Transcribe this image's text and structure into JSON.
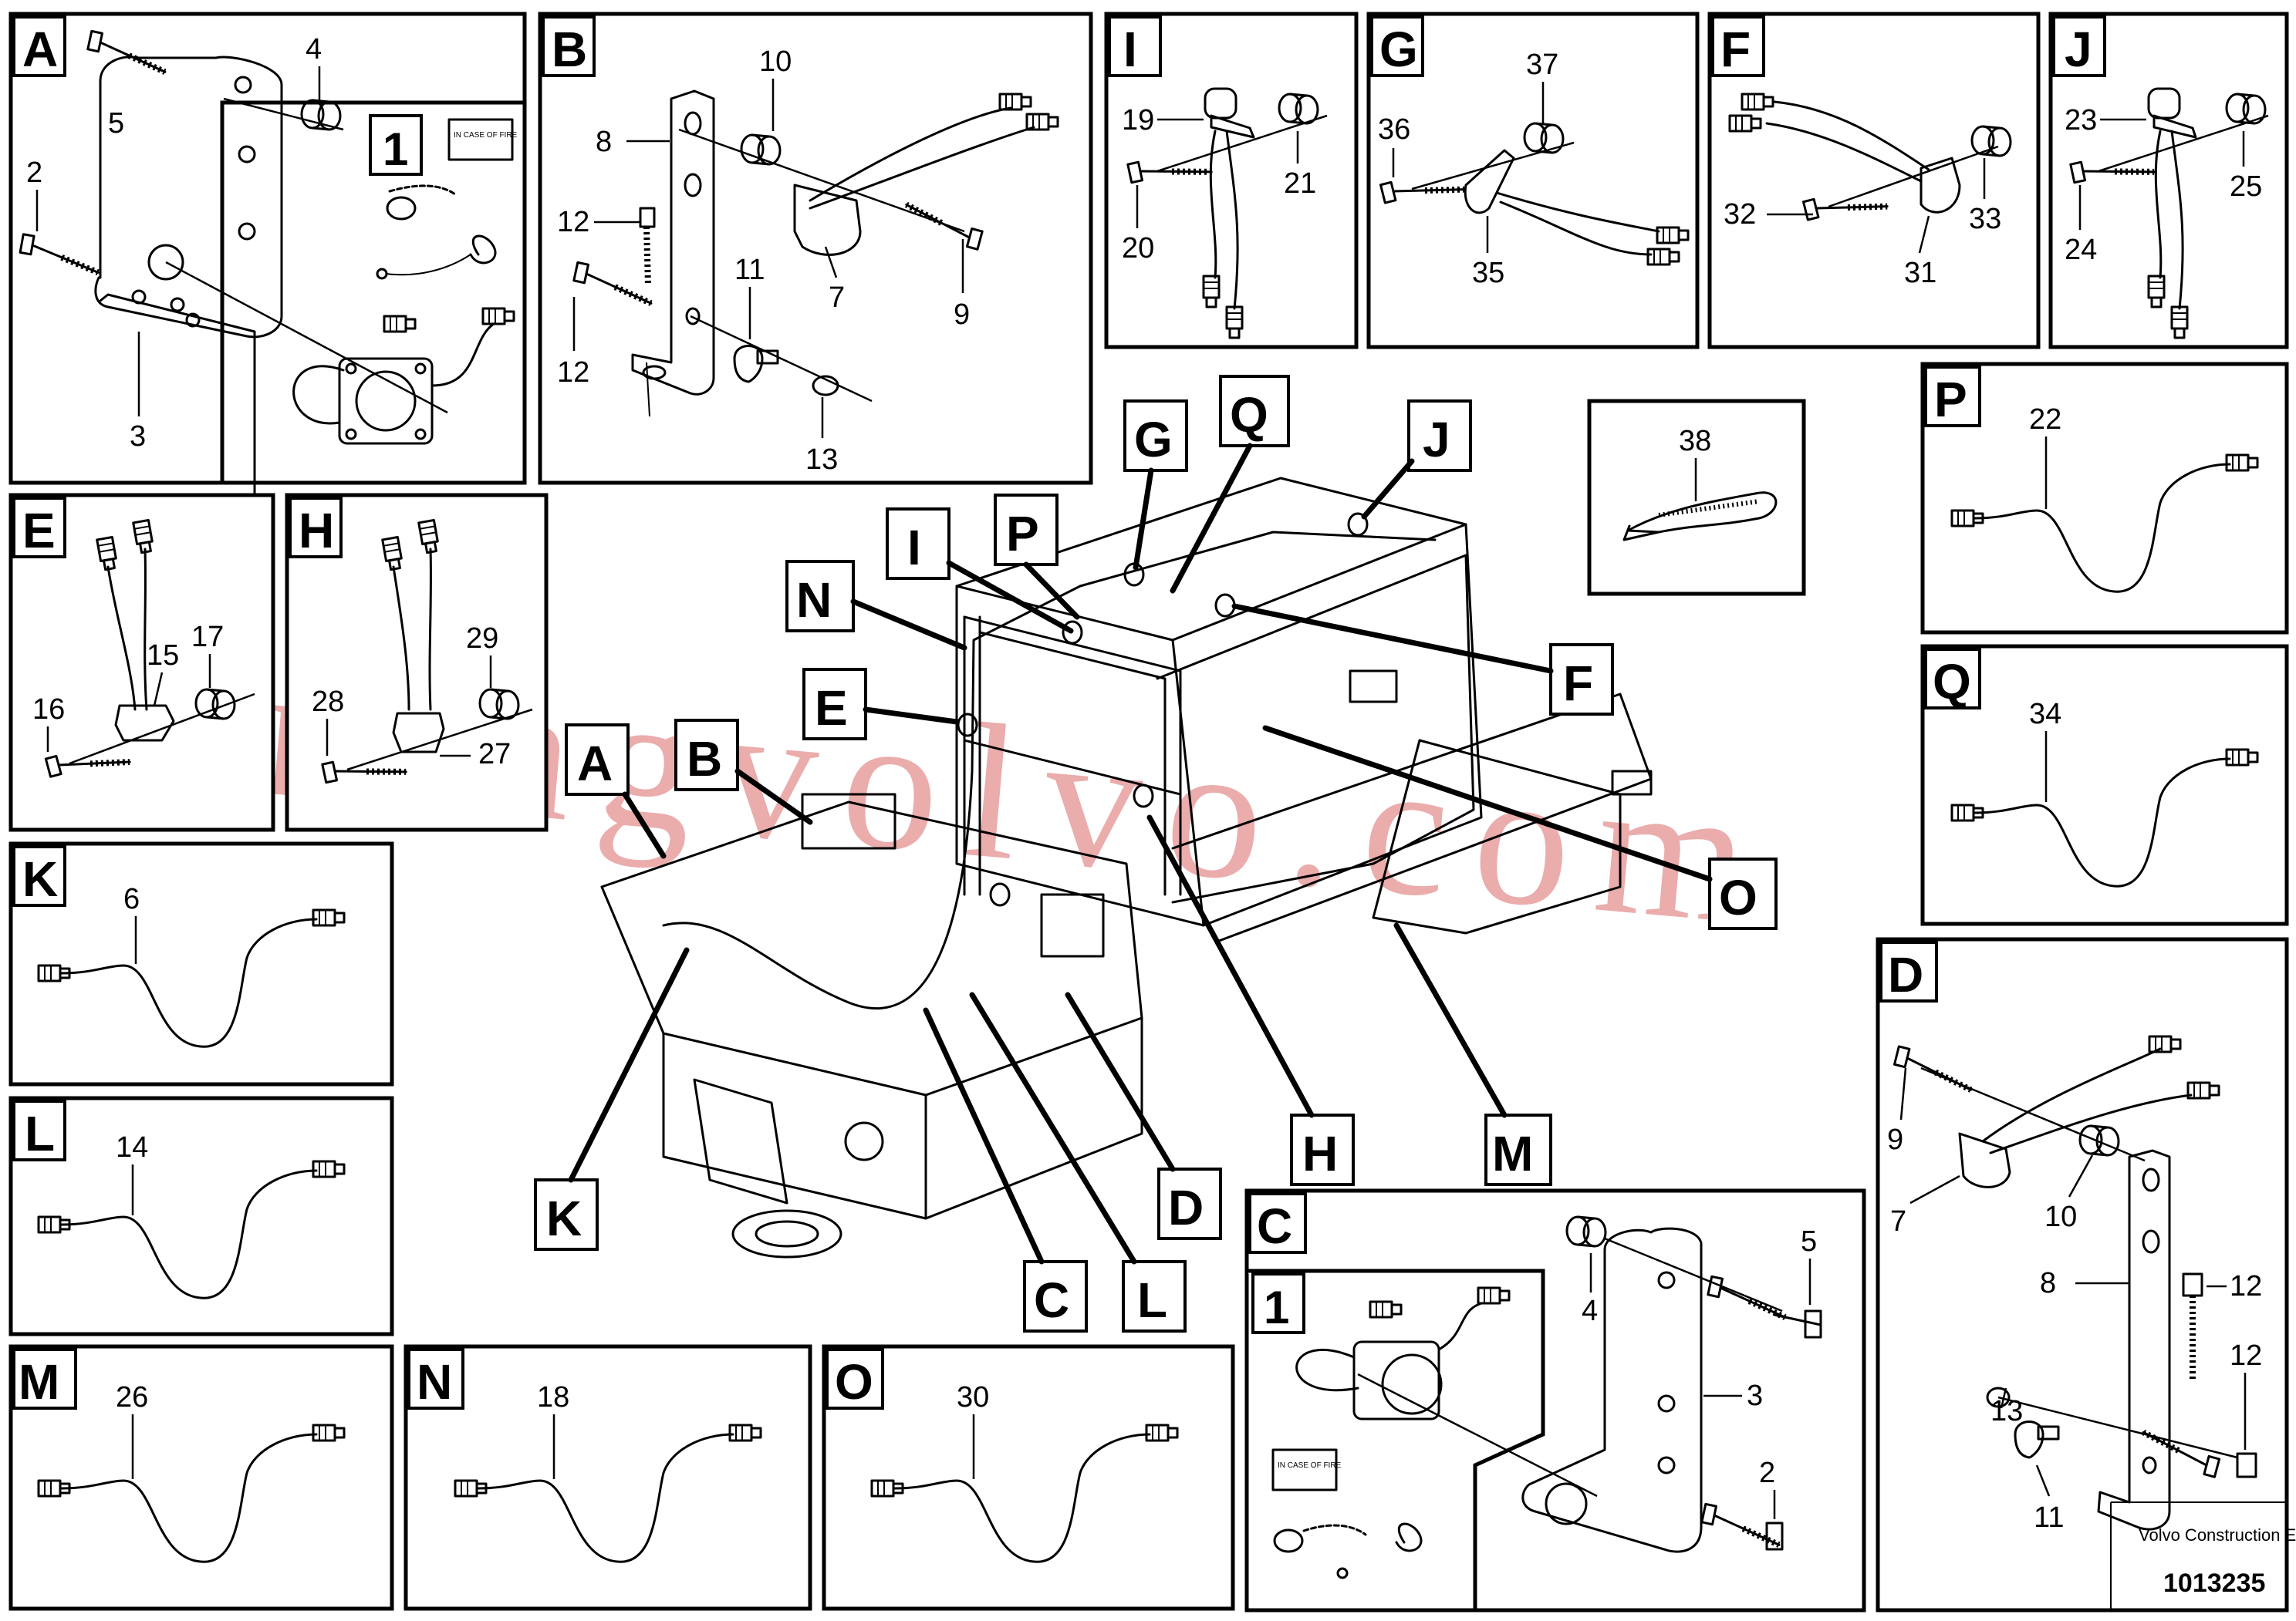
{
  "panels": {
    "A": {
      "letter": "A",
      "subletter": "1",
      "callouts": [
        "5",
        "4",
        "2",
        "3"
      ]
    },
    "B": {
      "letter": "B",
      "callouts": [
        "10",
        "8",
        "12",
        "11",
        "7",
        "9",
        "12",
        "13"
      ]
    },
    "I": {
      "letter": "I",
      "callouts": [
        "19",
        "21",
        "20"
      ]
    },
    "G": {
      "letter": "G",
      "callouts": [
        "37",
        "36",
        "35"
      ]
    },
    "F": {
      "letter": "F",
      "callouts": [
        "32",
        "33",
        "31"
      ]
    },
    "J": {
      "letter": "J",
      "callouts": [
        "23",
        "25",
        "24"
      ]
    },
    "E": {
      "letter": "E",
      "callouts": [
        "15",
        "17",
        "16"
      ]
    },
    "H": {
      "letter": "H",
      "callouts": [
        "29",
        "28",
        "27"
      ]
    },
    "K": {
      "letter": "K",
      "callouts": [
        "6"
      ]
    },
    "L": {
      "letter": "L",
      "callouts": [
        "14"
      ]
    },
    "M": {
      "letter": "M",
      "callouts": [
        "26"
      ]
    },
    "N": {
      "letter": "N",
      "callouts": [
        "18"
      ]
    },
    "O": {
      "letter": "O",
      "callouts": [
        "30"
      ]
    },
    "P": {
      "letter": "P",
      "callouts": [
        "22"
      ]
    },
    "Q": {
      "letter": "Q",
      "callouts": [
        "34"
      ]
    },
    "C": {
      "letter": "C",
      "subletter": "1",
      "callouts": [
        "5",
        "4",
        "3",
        "2"
      ]
    },
    "D": {
      "letter": "D",
      "callouts": [
        "9",
        "7",
        "10",
        "8",
        "12",
        "12",
        "13",
        "11"
      ]
    },
    "tie": {
      "callouts": [
        "38"
      ]
    }
  },
  "main_tags": [
    "G",
    "Q",
    "J",
    "P",
    "I",
    "N",
    "F",
    "E",
    "A",
    "B",
    "O",
    "K",
    "H",
    "M",
    "D",
    "C",
    "L"
  ],
  "fire_tag_text": "IN CASE OF FIRE",
  "watermark": "strongvolvo.com",
  "footer": {
    "company": "Volvo Construction Equipment",
    "drawing_number": "1013235"
  },
  "colors": {
    "watermark": "#e79b9b",
    "ink": "#000000",
    "paper": "#ffffff"
  }
}
